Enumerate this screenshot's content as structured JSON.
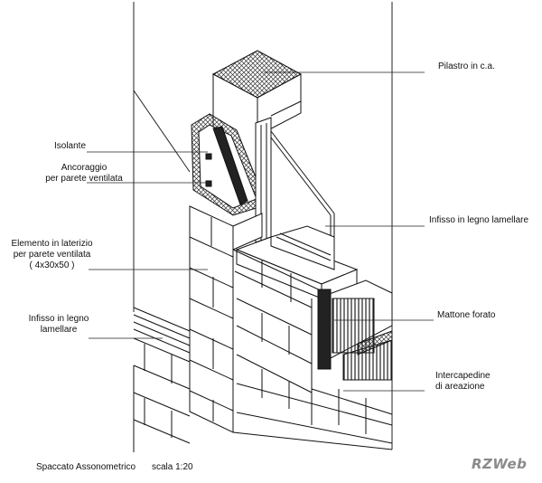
{
  "labels": {
    "pilastro": "Pilastro in c.a.",
    "isolante": "Isolante",
    "ancoraggio": "Ancoraggio\nper parete ventilata",
    "infisso_right": "Infisso in legno lamellare",
    "elemento": "Elemento in laterizio\nper parete ventilata\n( 4x30x50 )",
    "mattone": "Mattone forato",
    "infisso_left": "Infisso in legno\nlamellare",
    "intercapedine": "Intercapedine\ndi areazione"
  },
  "caption": {
    "title": "Spaccato Assonometrico",
    "scale": "scala 1:20"
  },
  "watermark": "RZWeb"
}
